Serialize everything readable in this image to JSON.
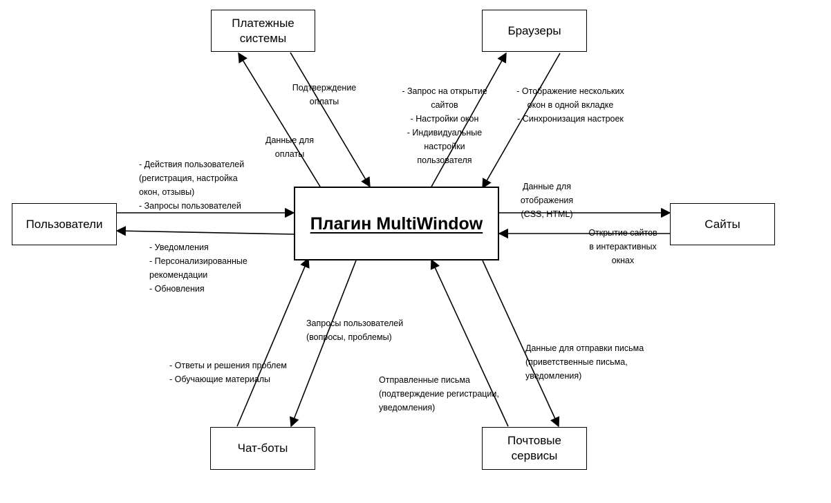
{
  "nodes": {
    "center": "Плагин MultiWindow",
    "payments": "Платежные\nсистемы",
    "browsers": "Браузеры",
    "users": "Пользователи",
    "sites": "Сайты",
    "chatbots": "Чат-боты",
    "mail": "Почтовые\nсервисы"
  },
  "labels": {
    "payment_confirm": "Подтверждение\nоплаты",
    "payment_data": "Данные для\nоплаты",
    "browser_request": "- Запрос на открытие\nсайтов\n- Настройки окон\n- Индивидуальные\nнастройки\nпользователя",
    "browser_display": "- Отображение нескольких\nокон в одной вкладке\n- Синхронизация настроек",
    "user_actions": "- Действия пользователей\n(регистрация,  настройка\nокон,  отзывы)\n- Запросы пользователей",
    "user_notify": "- Уведомления\n- Персонализированные\nрекомендации\n- Обновления",
    "site_display": "Данные для\nотображения\n(CSS, HTML)",
    "site_open": "Открытие сайтов\nв интерактивных\nокнах",
    "chat_answers": "- Ответы и решения проблем\n- Обучающие  материалы",
    "chat_requests": "Запросы пользователей\n(вопросы, проблемы)",
    "mail_sent": "Отправленные письма\n(подтверждение регистрации,\nуведомления)",
    "mail_data": "Данные для отправки письма\n(приветственные письма,\nуведомления)"
  }
}
